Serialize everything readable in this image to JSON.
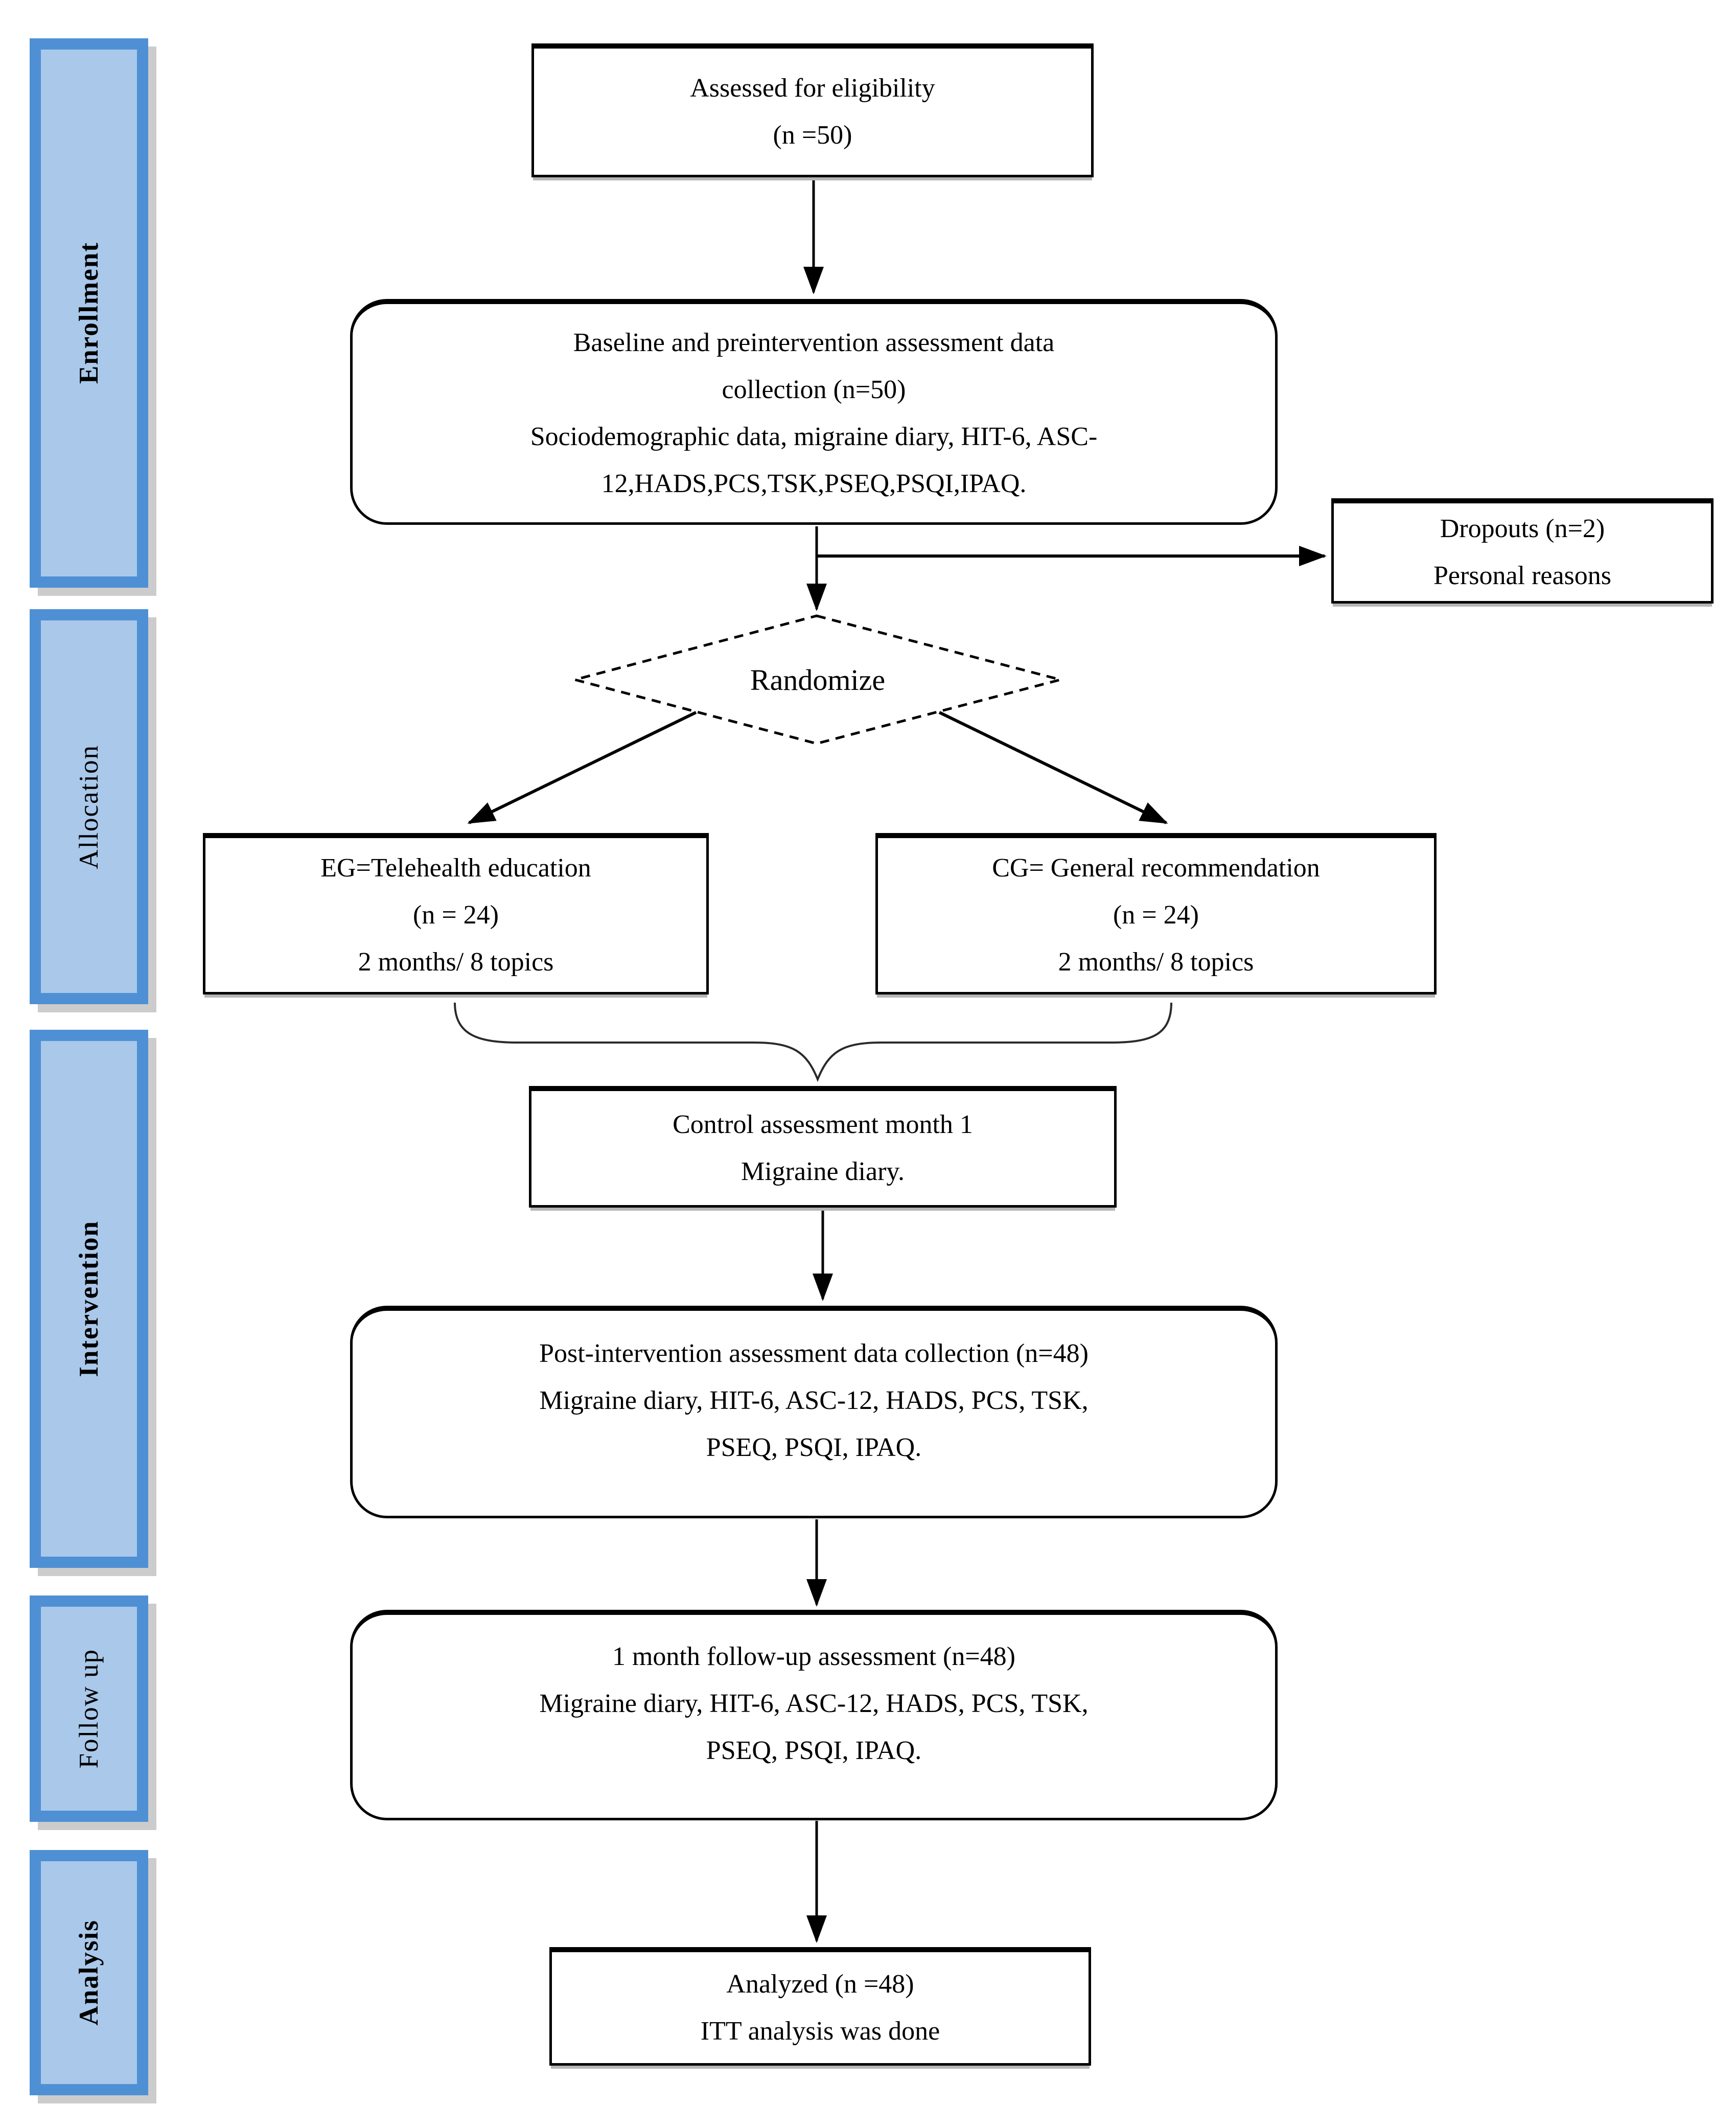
{
  "diagram": {
    "title": "CONSORT participant flow diagram",
    "stages": [
      {
        "label": "Enrollment"
      },
      {
        "label": "Allocation"
      },
      {
        "label": "Intervention"
      },
      {
        "label": "Follow up"
      },
      {
        "label": "Analysis"
      }
    ],
    "nodes": {
      "eligibility": {
        "line1": "Assessed for eligibility",
        "line2": "(n =50)"
      },
      "baseline": {
        "line1": "Baseline and preintervention assessment data",
        "line2": "collection (n=50)",
        "line3": "Sociodemographic data, migraine diary, HIT-6, ASC-",
        "line4": "12,HADS,PCS,TSK,PSEQ,PSQI,IPAQ."
      },
      "dropouts": {
        "line1": "Dropouts (n=2)",
        "line2": "Personal reasons"
      },
      "randomize": {
        "label": "Randomize"
      },
      "experimental_group": {
        "line1": "EG=Telehealth education",
        "line2": "(n = 24)",
        "line3": "2 months/ 8 topics"
      },
      "control_group": {
        "line1": "CG= General recommendation",
        "line2": "(n = 24)",
        "line3": "2 months/ 8 topics"
      },
      "control_assessment": {
        "line1": "Control assessment month 1",
        "line2": "Migraine diary."
      },
      "post_intervention": {
        "line1": "Post-intervention assessment data collection (n=48)",
        "line2": "Migraine diary, HIT-6, ASC-12, HADS, PCS, TSK,",
        "line3": "PSEQ, PSQI, IPAQ."
      },
      "follow_up": {
        "line1": "1 month follow-up assessment (n=48)",
        "line2": "Migraine diary, HIT-6, ASC-12, HADS, PCS, TSK,",
        "line3": "PSEQ, PSQI, IPAQ."
      },
      "analyzed": {
        "line1": "Analyzed (n =48)",
        "line2": "ITT analysis was done"
      }
    },
    "colors": {
      "stage_fill": "#a9c8ea",
      "stage_border": "#4f90d5",
      "box_border": "#000000",
      "connector": "#000000"
    }
  }
}
